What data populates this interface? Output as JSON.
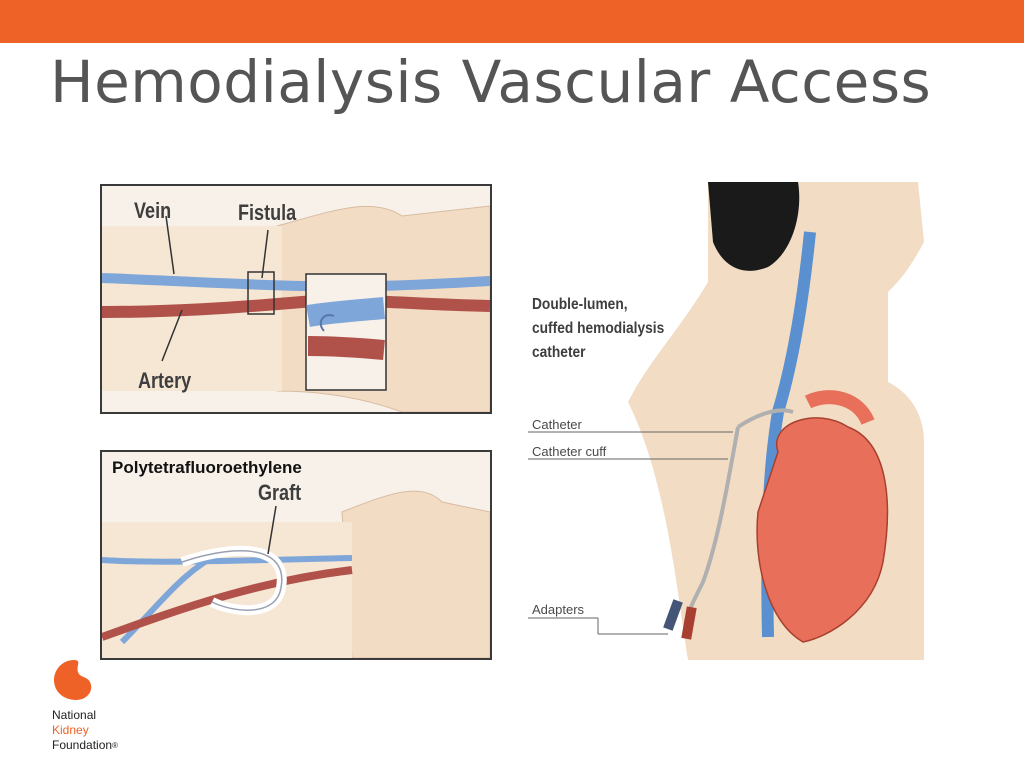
{
  "slide": {
    "title": "Hemodialysis Vascular Access",
    "accent_color": "#ee6228"
  },
  "fistula_panel": {
    "vein_label": "Vein",
    "fistula_label": "Fistula",
    "artery_label": "Artery"
  },
  "graft_panel": {
    "material_label": "Polytetrafluoroethylene",
    "graft_label": "Graft"
  },
  "catheter_panel": {
    "device_label_line1": "Double-lumen,",
    "device_label_line2": "cuffed hemodialysis",
    "device_label_line3": "catheter",
    "catheter_label": "Catheter",
    "cuff_label": "Catheter cuff",
    "adapters_label": "Adapters"
  },
  "logo": {
    "line1": "National",
    "line2": "Kidney",
    "line3": "Foundation",
    "mark": "®",
    "icon": "kidney-icon"
  }
}
